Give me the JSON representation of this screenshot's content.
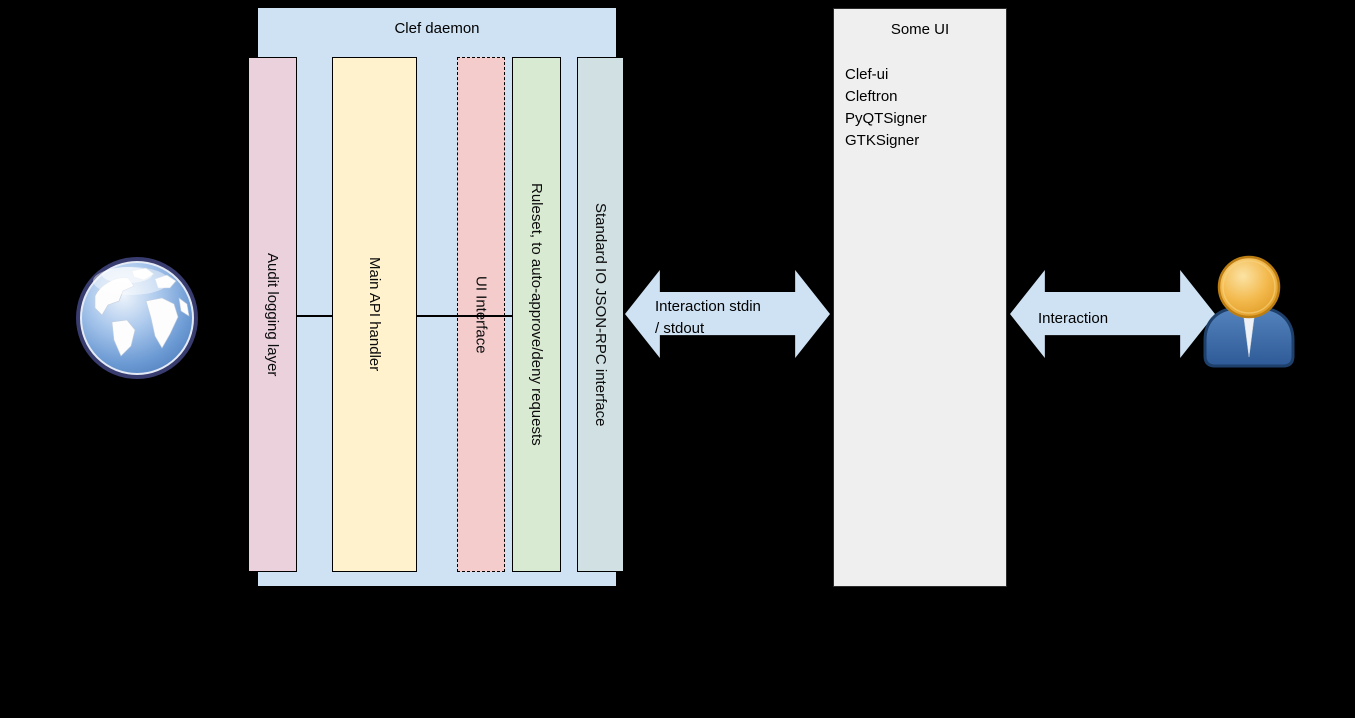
{
  "clef_daemon": {
    "title": "Clef daemon",
    "box_color": "#cfe2f3",
    "layers": [
      {
        "label": "Audit logging layer",
        "color": "#ead1dc",
        "border": "solid"
      },
      {
        "label": "Main API handler",
        "color": "#fff2cc",
        "border": "solid"
      },
      {
        "label": "UI Interface",
        "color": "#f4cccc",
        "border": "dashed"
      },
      {
        "label": "Ruleset, to auto-approve/deny requests",
        "color": "#d9ead3",
        "border": "solid"
      },
      {
        "label": "Standard IO JSON-RPC interface",
        "color": "#d0e0e3",
        "border": "solid"
      }
    ]
  },
  "connections": {
    "stdio_arrow": {
      "label_line1": "Interaction stdin",
      "label_line2": "/ stdout",
      "color": "#cfe2f3"
    },
    "user_arrow": {
      "label": "Interaction",
      "color": "#cfe2f3"
    }
  },
  "some_ui": {
    "title": "Some UI",
    "box_color": "#efefef",
    "items": [
      "Clef-ui",
      "Cleftron",
      "PyQTSigner",
      "GTKSigner"
    ]
  },
  "icons": {
    "globe": "globe-icon",
    "user": "user-icon"
  },
  "colors": {
    "background": "#000000",
    "line": "#000000",
    "text": "#0c0c0c"
  }
}
